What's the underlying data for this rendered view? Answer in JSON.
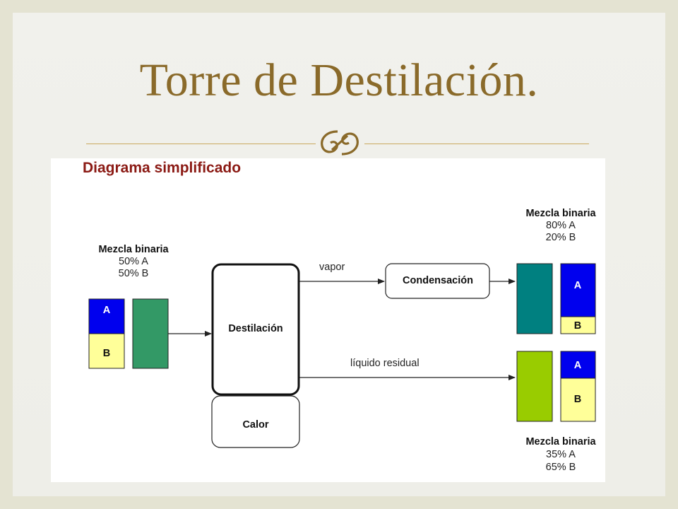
{
  "slide": {
    "title": "Torre de Destilación.",
    "ornament_icon": "swirl-ornament-icon"
  },
  "diagram": {
    "heading": "Diagrama simplificado",
    "input_mixture": {
      "title": "Mezcla binaria",
      "line1": "50% A",
      "line2": "50% B",
      "block_a": "A",
      "block_b": "B"
    },
    "process": {
      "distillation": "Destilación",
      "heat": "Calor",
      "condensation": "Condensación"
    },
    "streams": {
      "vapor": "vapor",
      "residual": "líquido residual"
    },
    "top_product": {
      "title": "Mezcla binaria",
      "line1": "80% A",
      "line2": "20% B",
      "block_a": "A",
      "block_b": "B"
    },
    "bottom_product": {
      "title": "Mezcla binaria",
      "line1": "35% A",
      "line2": "65% B",
      "block_a": "A",
      "block_b": "B"
    },
    "colors": {
      "component_a": "#0000ee",
      "component_b": "#ffff99",
      "input_mix": "#339966",
      "vapor_mix": "#008080",
      "liquid_mix": "#99cc00",
      "heading": "#8b1a14",
      "title": "#8a6a2a"
    }
  }
}
